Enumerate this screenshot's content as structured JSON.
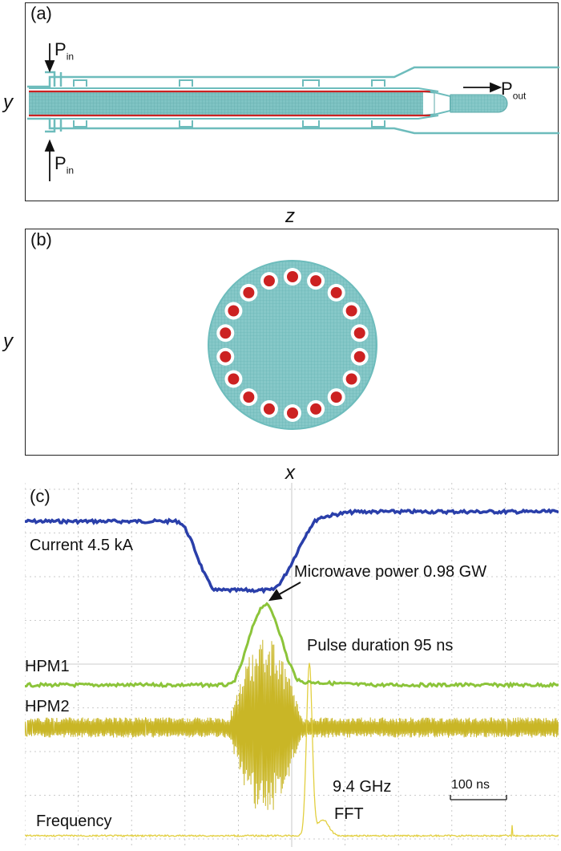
{
  "panel_a": {
    "label": "(a)",
    "y_axis": "y",
    "x_axis": "z",
    "p_in_top": "P",
    "p_in_top_sub": "in",
    "p_in_bottom": "P",
    "p_in_bottom_sub": "in",
    "p_out": "P",
    "p_out_sub": "out"
  },
  "panel_b": {
    "label": "(b)",
    "y_axis": "y",
    "x_axis": "x",
    "rod_count": 18
  },
  "panel_c": {
    "label": "(c)",
    "current_label": "Current 4.5 kA",
    "microwave_label": "Microwave power 0.98 GW",
    "pulse_label": "Pulse duration 95 ns",
    "hpm1_label": "HPM1",
    "hpm2_label": "HPM2",
    "fft_freq_label": "9.4 GHz",
    "fft_label": "FFT",
    "frequency_label": "Frequency",
    "scale_label": "100 ns"
  },
  "colors": {
    "teal": "#7fc3c3",
    "red": "#cc2222",
    "current": "#2a3faa",
    "hpm1": "#8cc43a",
    "hpm2": "#c9b626",
    "fft": "#e2cf40",
    "grid": "#bbbbbb"
  }
}
